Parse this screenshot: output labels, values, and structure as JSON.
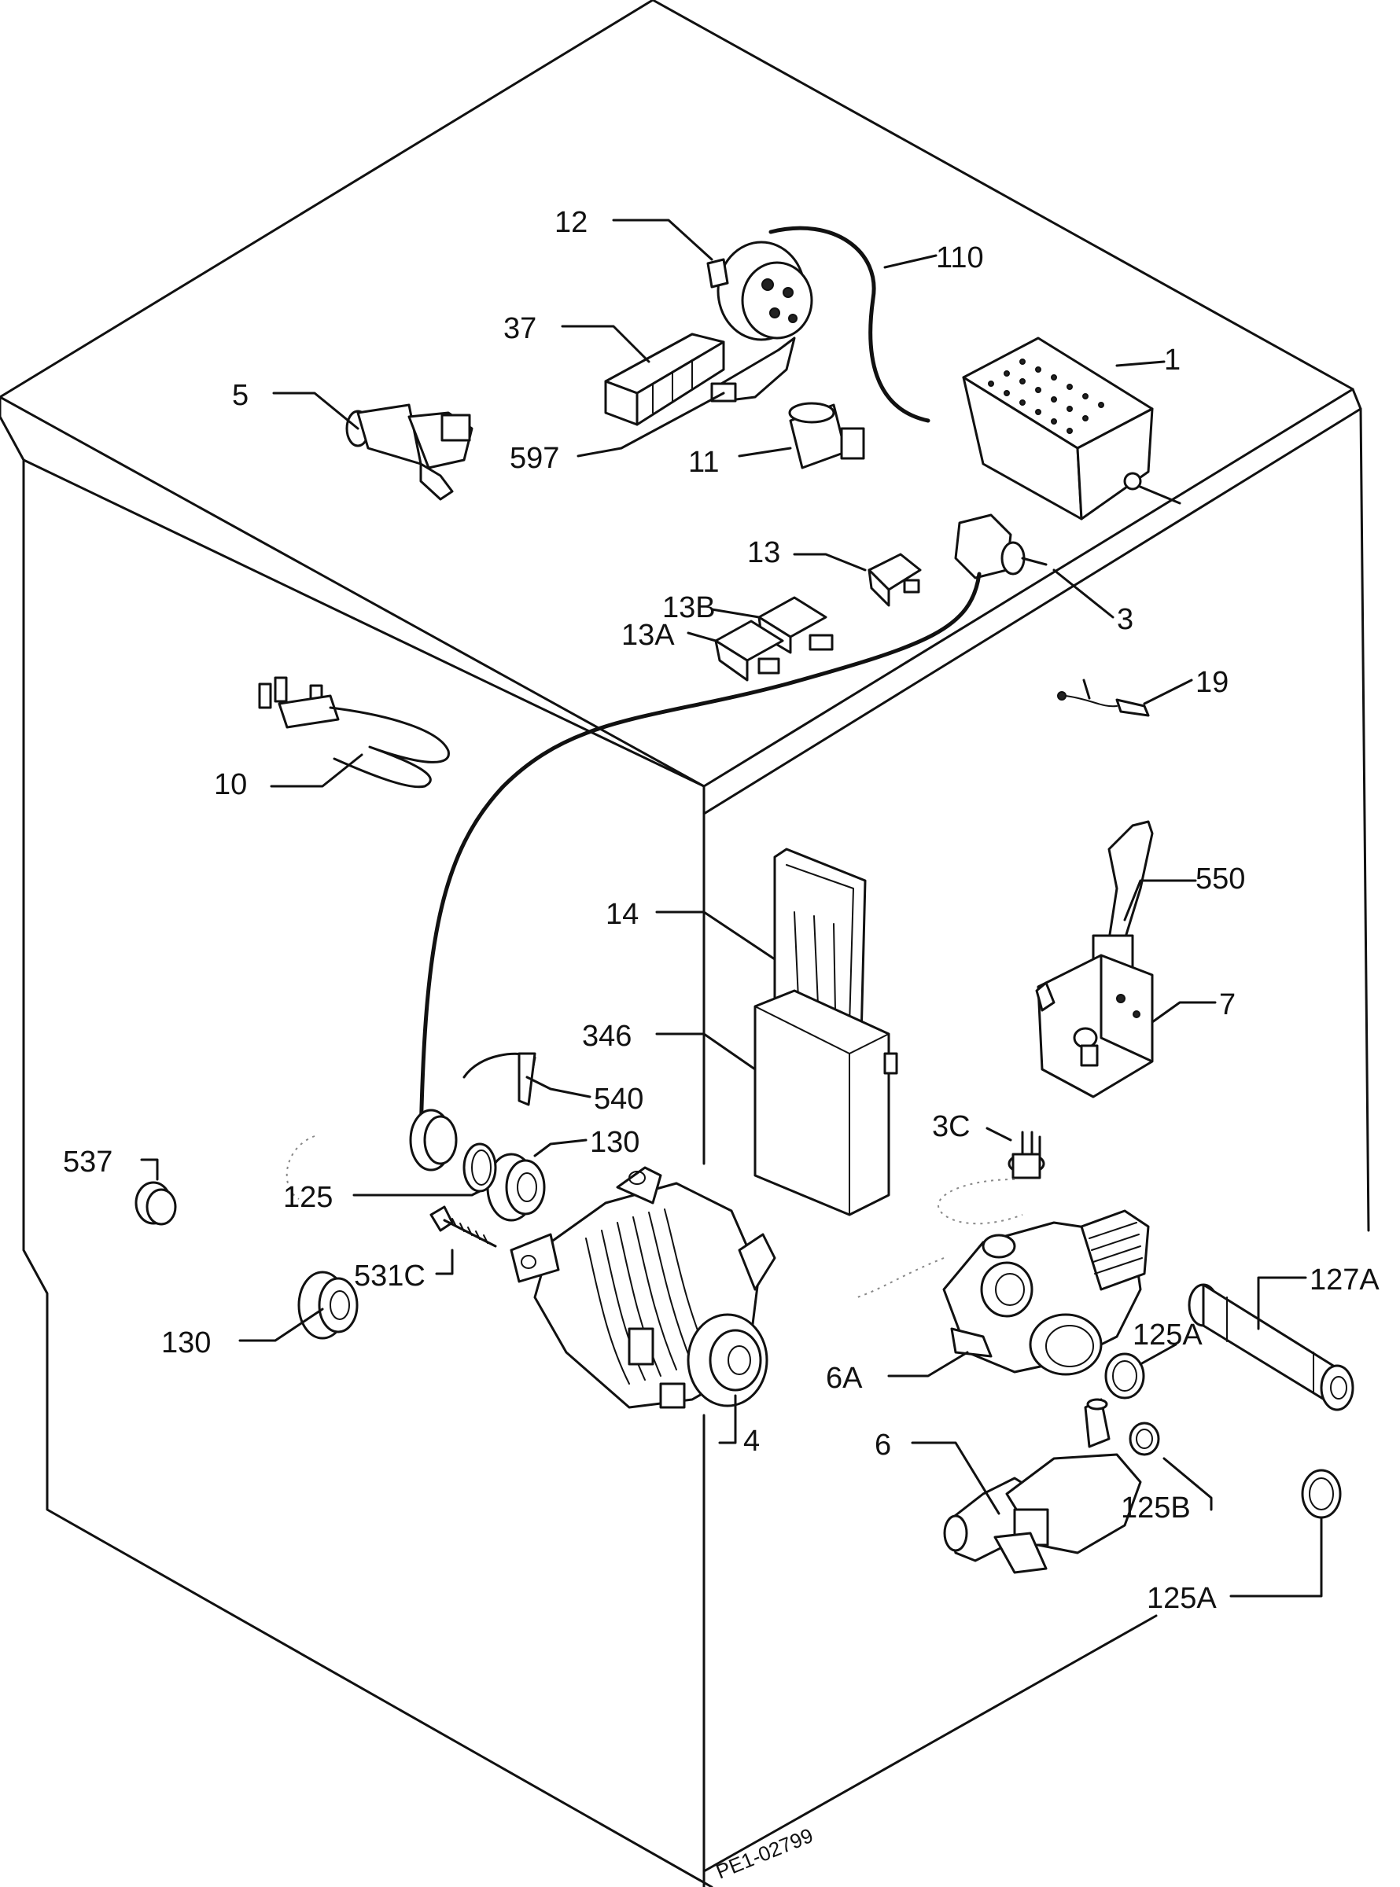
{
  "labels": {
    "l12": "12",
    "l110": "110",
    "l37": "37",
    "l1": "1",
    "l5": "5",
    "l597": "597",
    "l11": "11",
    "l13": "13",
    "l13b": "13B",
    "l13a": "13A",
    "l3": "3",
    "l19": "19",
    "l10": "10",
    "l550": "550",
    "l14": "14",
    "l346": "346",
    "l7": "7",
    "l540": "540",
    "l3c": "3C",
    "l537": "537",
    "l130a": "130",
    "l125": "125",
    "l531c": "531C",
    "l127a": "127A",
    "l125a1": "125A",
    "l130b": "130",
    "l6a": "6A",
    "l4": "4",
    "l6": "6",
    "l125b": "125B",
    "l125a2": "125A"
  },
  "reference_code": "PE1-02799"
}
